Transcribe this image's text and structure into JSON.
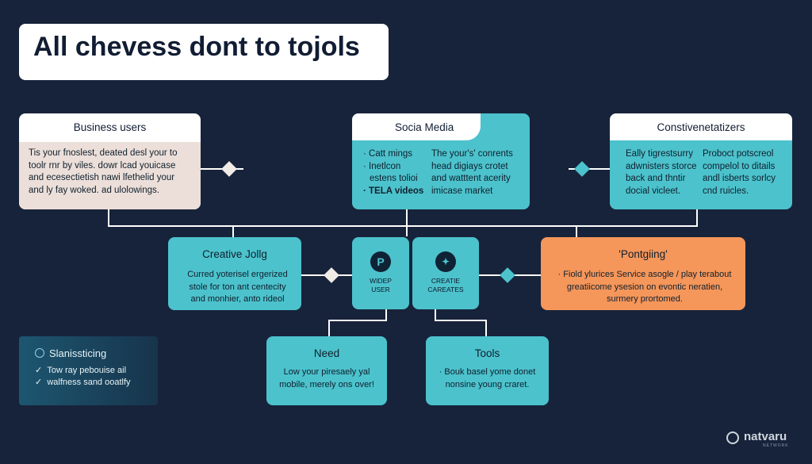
{
  "title": "All chevess dont to tojols",
  "colors": {
    "background": "#17233a",
    "teal": "#4cc2cc",
    "cream": "#f1ebe6",
    "orange": "#f5965a",
    "dark_panel": "#1d5670"
  },
  "business_users": {
    "heading": "Business users",
    "lines": [
      "Tis your fnoslest, deated desl your to",
      "toolr rnr by viles.     dowr lcad youicase",
      "and ecesectietish nawi lfethelid your",
      "and ly fay woked.   ad ulolowings."
    ]
  },
  "social_media": {
    "heading": "Socia Media",
    "col1": [
      "Catt mings",
      "Inetlcon",
      "TELA videos"
    ],
    "col1_extra": "estens tolioi",
    "col2": [
      "The your's' conrents",
      "head digiays crotet",
      "and watttent acerity",
      "imicase market"
    ]
  },
  "constive": {
    "heading": "Constivenetatizers",
    "col1": [
      "Eally tigrestsurry",
      "adwnisters storce",
      "back and thntir",
      "docial vicleet."
    ],
    "col2": [
      "Proboct potscreol",
      "compelol to ditails",
      "andl isberts sorlcy",
      "cnd ruicles."
    ]
  },
  "creative": {
    "heading": "Creative Jollg",
    "lines": [
      "Curred yoterisel ergerized",
      "stole for ton ant centecity",
      "and monhier, anto rideol"
    ]
  },
  "center_left": {
    "icon": "pinterest-icon",
    "glyph": "P",
    "label_line1": "WIDEP",
    "label_line2": "USER"
  },
  "center_right": {
    "icon": "twitter-bird-icon",
    "glyph": "✦",
    "label_line1": "CREATIE",
    "label_line2": "CAREATES"
  },
  "pontgiing": {
    "heading": "'Pontgiing'",
    "lines": [
      "Fiold ylurices Service asogle / play terabout",
      "greatiicome ysesion on evontic neratien,",
      "surmery prortomed."
    ]
  },
  "need": {
    "heading": "Need",
    "lines": [
      "Low your piresaely yal",
      "mobile, merely ons over!"
    ]
  },
  "tools": {
    "heading": "Tools",
    "lines": [
      "Bouk basel yome donet",
      "nonsine young craret."
    ]
  },
  "sidebar": {
    "heading": "Slanissticing",
    "items": [
      "Tow ray pebouise ail",
      "walfness sand ooatlfy"
    ]
  },
  "logo": {
    "text": "natvaru",
    "subtext": "NETWORK"
  }
}
